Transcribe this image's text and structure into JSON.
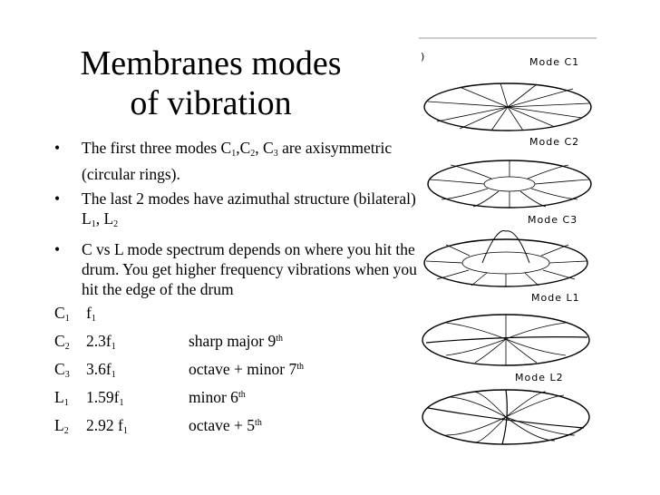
{
  "title_line1": "Membranes  modes",
  "title_line2": "of vibration",
  "bullet_glyph": "•",
  "bullets": [
    [
      "The first three modes C",
      "1",
      ",C",
      "2",
      ", C",
      "3",
      " are axisymmetric (circular rings)."
    ],
    [
      "The last 2 modes have azimuthal structure (bilateral) L",
      "1",
      ", L",
      "2",
      "",
      "",
      ""
    ],
    [
      "C vs L mode spectrum depends on where you hit the drum.   You get higher frequency vibrations when you hit the edge of the drum",
      "",
      "",
      "",
      "",
      "",
      ""
    ]
  ],
  "modes": [
    {
      "n": "C",
      "s": "1",
      "f": "f",
      "fs": "1",
      "interval": "",
      "sup": ""
    },
    {
      "n": "C",
      "s": "2",
      "f": "2.3f",
      "fs": "1",
      "interval": "sharp major 9",
      "sup": "th"
    },
    {
      "n": "C",
      "s": "3",
      "f": "3.6f",
      "fs": "1",
      "interval": "octave + minor 7",
      "sup": "th"
    },
    {
      "n": "L",
      "s": "1",
      "f": "1.59f",
      "fs": "1",
      "interval": "minor 6",
      "sup": "th"
    },
    {
      "n": "L",
      "s": "2",
      "f": "2.92 f",
      "fs": "1",
      "interval": "octave + 5",
      "sup": "th"
    }
  ],
  "panel_labels": [
    "Mode C1",
    "Mode C2",
    "Mode C3",
    "Mode L1",
    "Mode L2"
  ],
  "panel_top_mark": ")"
}
